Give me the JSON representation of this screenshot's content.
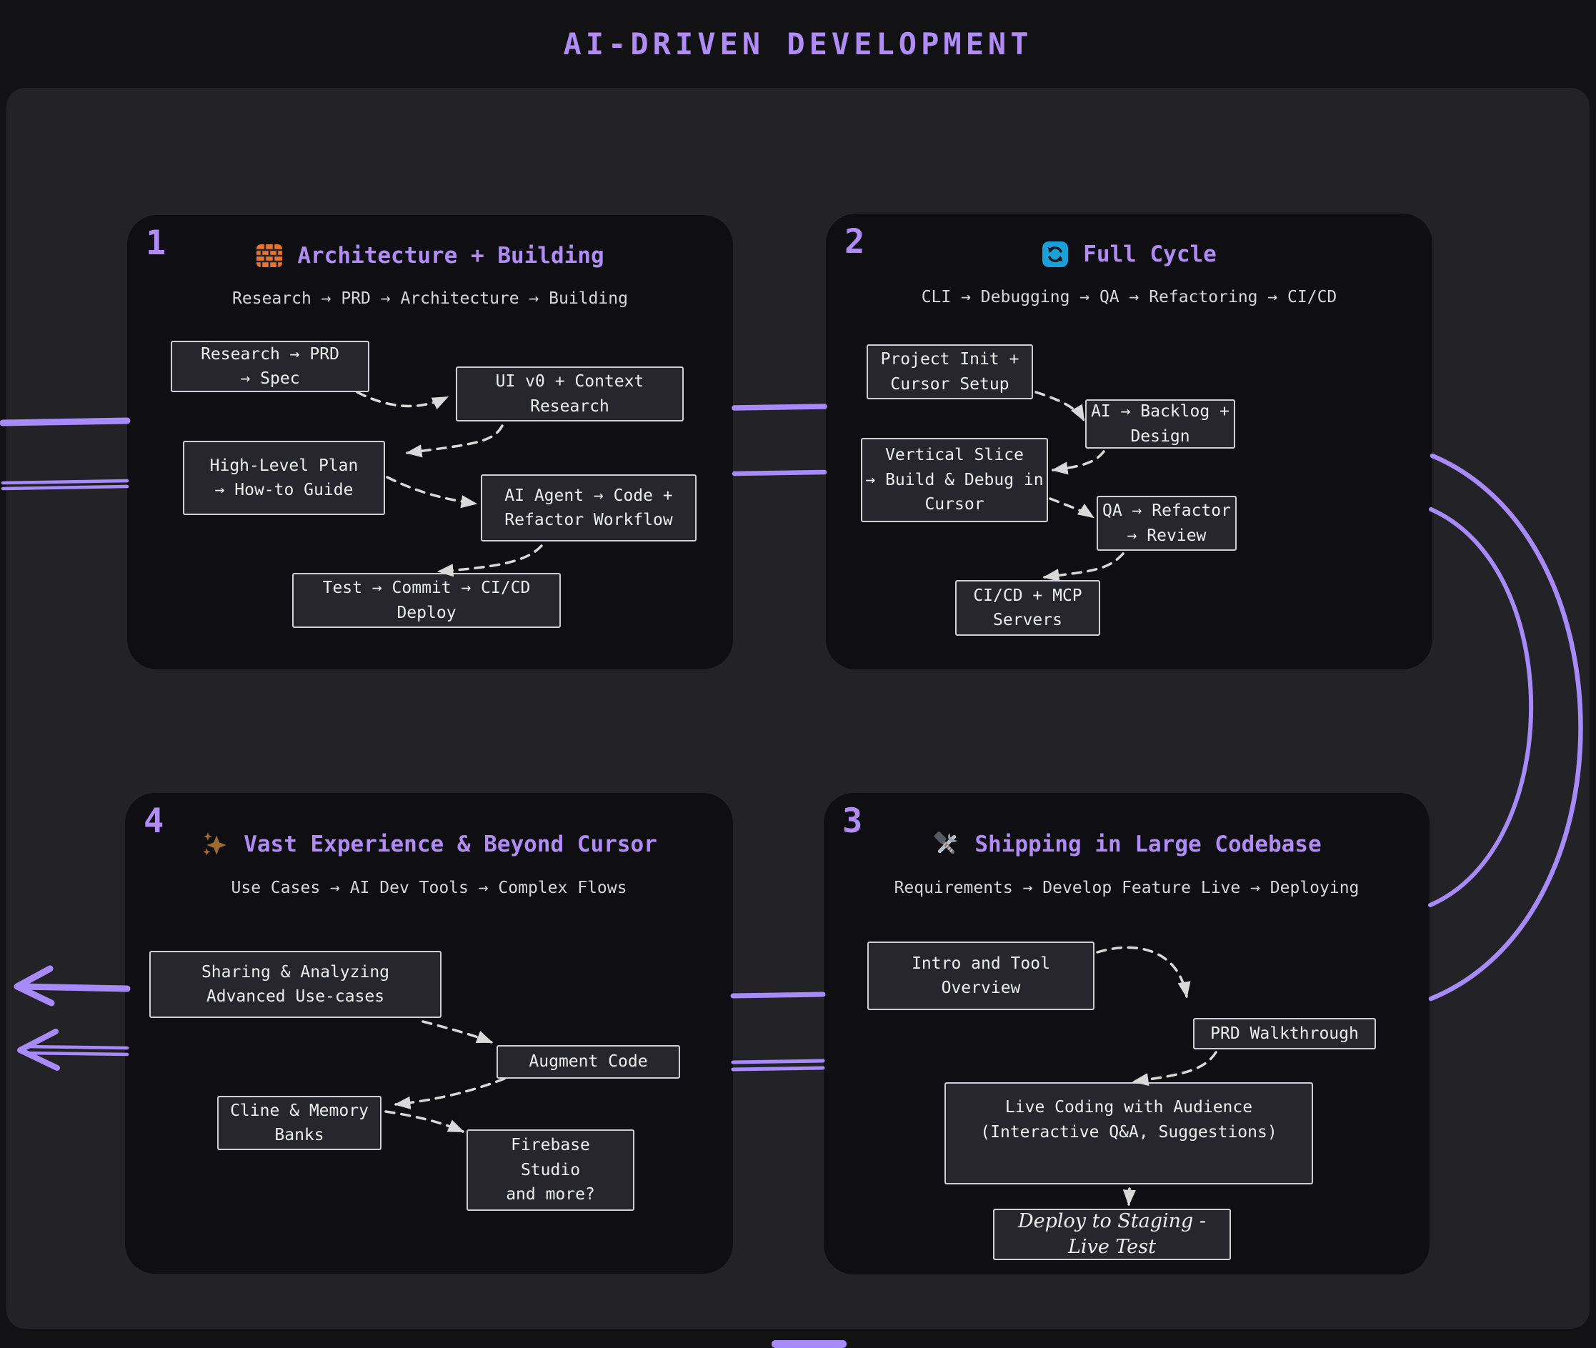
{
  "title": "AI-DRIVEN DEVELOPMENT",
  "colors": {
    "accent_purple": "#b18cf7",
    "connector_purple": "#a78bfa",
    "canvas_bg": "#222227",
    "panel_bg": "#0f0f13",
    "node_bg": "#26262c",
    "node_border": "#cfd0d5",
    "dashed_arrow_gray": "#d9d9da",
    "brick_orange": "#e8742d",
    "cycle_blue": "#1b9fd8",
    "tools_gray": "#8a8f98",
    "sparkle_gold": "#9c6d2e"
  },
  "panels": [
    {
      "number": "1",
      "icon": "brick-wall-icon",
      "title": "Architecture + Building",
      "subtitle": "Research → PRD → Architecture → Building",
      "boxes": [
        {
          "lines": [
            "Research → PRD",
            "→ Spec"
          ]
        },
        {
          "lines": [
            "UI v0 + Context",
            "Research"
          ]
        },
        {
          "lines": [
            "High-Level Plan",
            "→ How-to Guide"
          ]
        },
        {
          "lines": [
            "AI Agent → Code +",
            "Refactor Workflow"
          ]
        },
        {
          "lines": [
            "Test → Commit → CI/CD",
            "Deploy"
          ]
        }
      ]
    },
    {
      "number": "2",
      "icon": "cycle-icon",
      "title": "Full Cycle",
      "subtitle": "CLI → Debugging → QA → Refactoring → CI/CD",
      "boxes": [
        {
          "lines": [
            "Project Init +",
            "Cursor Setup"
          ]
        },
        {
          "lines": [
            "AI → Backlog +",
            "Design"
          ]
        },
        {
          "lines": [
            "Vertical Slice",
            "→ Build & Debug in",
            "Cursor"
          ]
        },
        {
          "lines": [
            "QA → Refactor",
            "→ Review"
          ]
        },
        {
          "lines": [
            "CI/CD + MCP",
            "Servers"
          ]
        }
      ]
    },
    {
      "number": "3",
      "icon": "hammer-wrench-icon",
      "title": "Shipping in Large Codebase",
      "subtitle": "Requirements → Develop Feature Live → Deploying",
      "boxes": [
        {
          "lines": [
            "Intro and Tool",
            "Overview"
          ]
        },
        {
          "lines": [
            "PRD Walkthrough"
          ]
        },
        {
          "lines": [
            "Live Coding with Audience",
            "(Interactive Q&A, Suggestions)"
          ]
        },
        {
          "lines": [
            "Deploy to Staging -",
            "Live Test"
          ]
        }
      ]
    },
    {
      "number": "4",
      "icon": "sparkles-icon",
      "title": "Vast Experience & Beyond Cursor",
      "subtitle": "Use Cases → AI Dev Tools → Complex Flows",
      "boxes": [
        {
          "lines": [
            "Sharing & Analyzing",
            "Advanced Use-cases"
          ]
        },
        {
          "lines": [
            "Augment Code"
          ]
        },
        {
          "lines": [
            "Cline & Memory",
            "Banks"
          ]
        },
        {
          "lines": [
            "Firebase",
            "Studio",
            "and more?"
          ]
        }
      ]
    }
  ]
}
